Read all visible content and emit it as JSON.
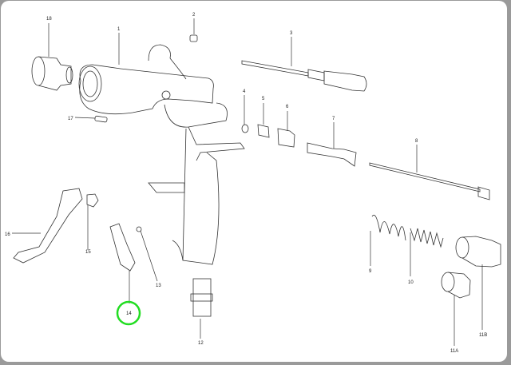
{
  "diagram": {
    "type": "exploded-parts-diagram",
    "subject": "spray gun",
    "highlight": {
      "part": "14",
      "color": "#22dd22"
    },
    "parts": [
      {
        "id": "1"
      },
      {
        "id": "2"
      },
      {
        "id": "3"
      },
      {
        "id": "4"
      },
      {
        "id": "5"
      },
      {
        "id": "6"
      },
      {
        "id": "7"
      },
      {
        "id": "8"
      },
      {
        "id": "9"
      },
      {
        "id": "10"
      },
      {
        "id": "11A"
      },
      {
        "id": "11B"
      },
      {
        "id": "12"
      },
      {
        "id": "13"
      },
      {
        "id": "14"
      },
      {
        "id": "15"
      },
      {
        "id": "16"
      },
      {
        "id": "17"
      },
      {
        "id": "18"
      }
    ]
  }
}
